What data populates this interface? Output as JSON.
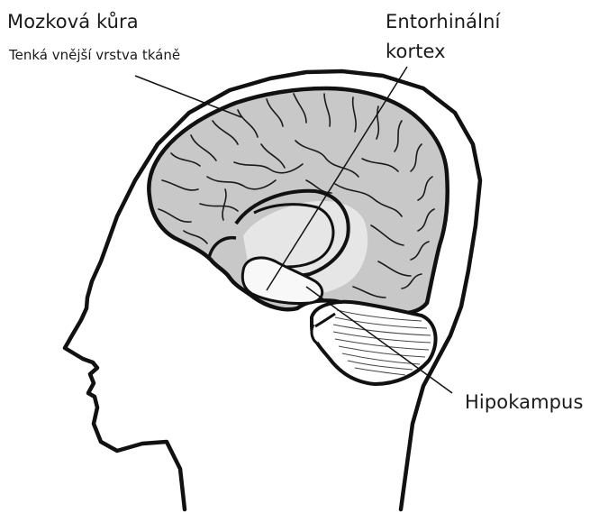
{
  "labels": {
    "cortex_title": "Mozková kůra",
    "cortex_subtitle": "Tenká vnější vrstva tkáně",
    "entorhinal_line1": "Entorhinální",
    "entorhinal_line2": "kortex",
    "hippocampus": "Hipokampus"
  },
  "colors": {
    "brain_fill": "#c8c8c8",
    "outline": "#111111",
    "inner_region": "#e6e6e6",
    "hippocampus_fill": "#f8f8f8",
    "cerebellum_fill": "#ffffff"
  }
}
